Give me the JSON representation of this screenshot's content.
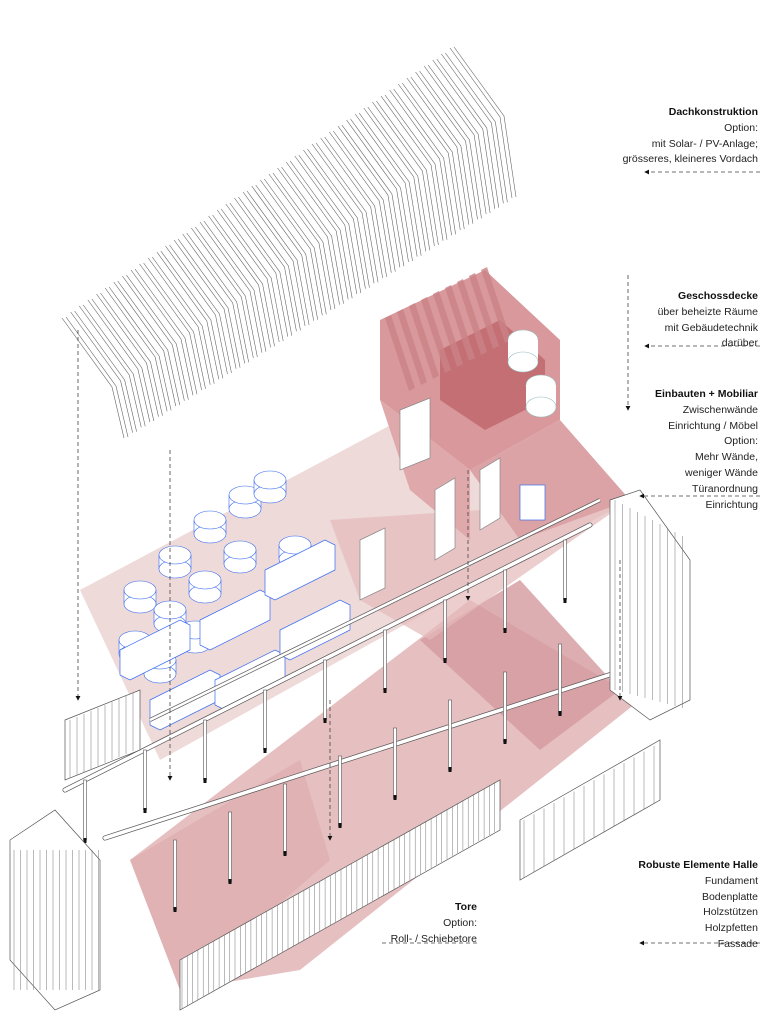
{
  "labels": {
    "dach": {
      "title": "Dachkonstruktion",
      "lines": [
        "Option:",
        "mit Solar- / PV-Anlage;",
        "grösseres, kleineres Vordach"
      ]
    },
    "decke": {
      "title": "Geschossdecke",
      "lines": [
        "über beheizte Räume",
        "mit Gebäudetechnik",
        "darüber"
      ]
    },
    "einbauten": {
      "title": "Einbauten + Mobiliar",
      "lines": [
        "Zwischenwände",
        "Einrichtung / Möbel",
        "Option:",
        "Mehr Wände,",
        "weniger Wände",
        "Türanordnung",
        "Einrichtung"
      ]
    },
    "halle": {
      "title": "Robuste Elemente Halle",
      "lines": [
        "Fundament",
        "Bodenplatte",
        "Holzstützen",
        "Holzpfetten",
        "Fassade"
      ]
    },
    "tore": {
      "title": "Tore",
      "lines": [
        "Option:",
        "Roll- / Schiebetore"
      ]
    }
  },
  "colors": {
    "floor_light": "#ecd3d3",
    "floor_mid": "#dba6a8",
    "floor_dark": "#c9787c",
    "furniture_line": "#3a6cf0",
    "line": "#555555"
  }
}
